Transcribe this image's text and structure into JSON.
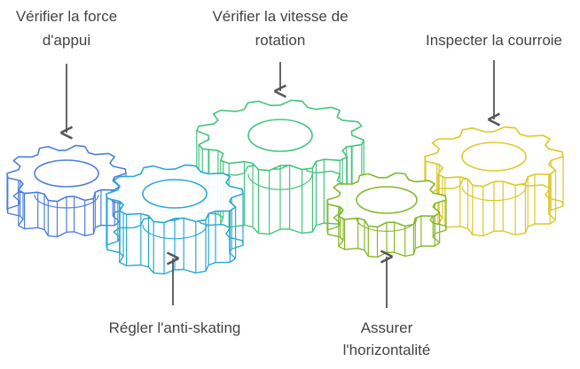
{
  "labels": {
    "force_line1": "Vérifier la force",
    "force_line2": "d'appui",
    "speed_line1": "Vérifier la vitesse de",
    "speed_line2": "rotation",
    "belt": "Inspecter la courroie",
    "antiskating": "Régler l'anti-skating",
    "level_line1": "Assurer",
    "level_line2": "l'horizontalité"
  },
  "colors": {
    "blue": "#4d7fdc",
    "cyan": "#29a8d6",
    "green": "#46c47e",
    "lime": "#86b82c",
    "yellow": "#dcc925",
    "text": "#444444",
    "arrow": "#555555"
  },
  "icons": [
    "gear-icon",
    "gear-icon",
    "gear-icon",
    "gear-icon",
    "gear-icon",
    "arrow-down-icon",
    "arrow-up-icon"
  ]
}
